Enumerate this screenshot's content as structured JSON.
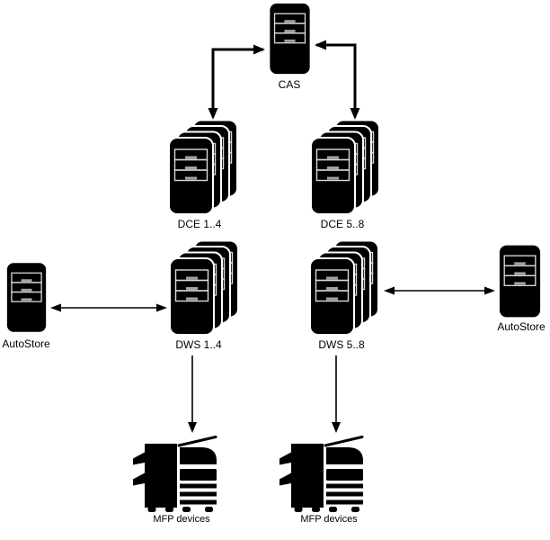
{
  "nodes": {
    "cas": {
      "label": "CAS",
      "type": "server",
      "units": 1
    },
    "dce_1_4": {
      "label": "DCE 1..4",
      "type": "server-stack",
      "units": 4
    },
    "dce_5_8": {
      "label": "DCE 5..8",
      "type": "server-stack",
      "units": 4
    },
    "autostore_left": {
      "label": "AutoStore",
      "type": "server",
      "units": 1
    },
    "dws_1_4": {
      "label": "DWS 1..4",
      "type": "server-stack",
      "units": 4
    },
    "dws_5_8": {
      "label": "DWS 5..8",
      "type": "server-stack",
      "units": 4
    },
    "autostore_right": {
      "label": "AutoStore",
      "type": "server",
      "units": 1
    },
    "mfp_left": {
      "label": "MFP devices",
      "type": "mfp-printer"
    },
    "mfp_right": {
      "label": "MFP devices",
      "type": "mfp-printer"
    }
  },
  "edges": [
    {
      "from": "CAS",
      "to": "DCE 1..4",
      "arrows": "both",
      "style": "elbow"
    },
    {
      "from": "CAS",
      "to": "DCE 5..8",
      "arrows": "both",
      "style": "elbow"
    },
    {
      "from": "AutoStore",
      "to": "DWS 1..4",
      "arrows": "both",
      "style": "straight"
    },
    {
      "from": "DWS 5..8",
      "to": "AutoStore",
      "arrows": "both",
      "style": "straight"
    },
    {
      "from": "DWS 1..4",
      "to": "MFP devices",
      "arrows": "to",
      "style": "straight"
    },
    {
      "from": "DWS 5..8",
      "to": "MFP devices",
      "arrows": "to",
      "style": "straight"
    }
  ],
  "colors": {
    "background": "#ffffff",
    "shape": "#000000",
    "label": "#000000",
    "server_bay_stroke": "#d9d9d9",
    "server_bay_handle": "#a3a3a3"
  }
}
